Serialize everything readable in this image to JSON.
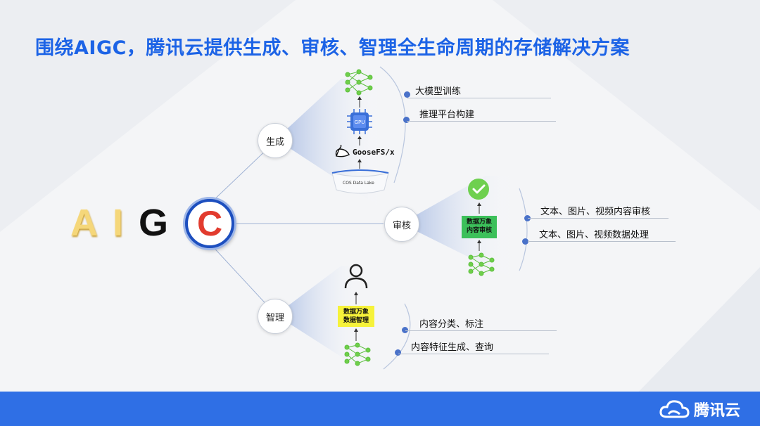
{
  "title": "围绕AIGC，腾讯云提供生成、审核、智理全生命周期的存储解决方案",
  "logo_letters": [
    "A",
    "I",
    "G",
    "C"
  ],
  "branches": {
    "generate": {
      "label": "生成",
      "stack": {
        "gpu_label": "GPU",
        "goosefs_label": "GooseFS/x",
        "lake_label": "COS Data Lake"
      },
      "items": [
        "大模型训练",
        "推理平台构建"
      ]
    },
    "review": {
      "label": "审核",
      "box": "数据万象\n内容审核",
      "items": [
        "文本、图片、视频内容审核",
        "文本、图片、视频数据处理"
      ]
    },
    "manage": {
      "label": "智理",
      "box": "数据万象\n数据智理",
      "items": [
        "内容分类、标注",
        "内容特征生成、查询"
      ]
    }
  },
  "footer": {
    "brand": "腾讯云"
  },
  "colors": {
    "title": "#1c63e6",
    "footer": "#2f6fe5",
    "accent_dot": "#4a72c9",
    "network": "#5cbf3e",
    "review_box": "#3cc05a",
    "manage_box": "#f6f23a"
  },
  "icons": [
    "neural-network-icon",
    "gpu-chip-icon",
    "goose-icon",
    "data-lake-icon",
    "check-circle-icon",
    "user-icon",
    "tencent-cloud-logo-icon"
  ]
}
